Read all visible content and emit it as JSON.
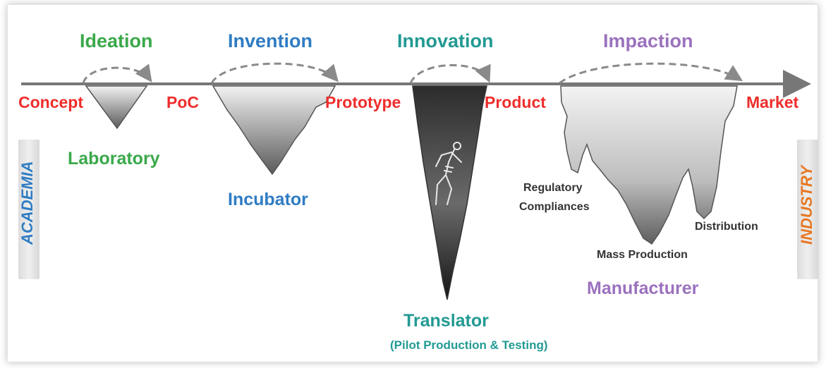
{
  "stages": {
    "ideation": "Ideation",
    "invention": "Invention",
    "innovation": "Innovation",
    "impaction": "Impaction"
  },
  "milestones": {
    "concept": "Concept",
    "poc": "PoC",
    "prototype": "Prototype",
    "product": "Product",
    "market": "Market"
  },
  "roles": {
    "laboratory": "Laboratory",
    "incubator": "Incubator",
    "translator": "Translator",
    "translator_sub": "(Pilot Production & Testing)",
    "manufacturer": "Manufacturer"
  },
  "impaction_valleys": {
    "regulatory_line1": "Regulatory",
    "regulatory_line2": "Compliances",
    "mass_production": "Mass Production",
    "distribution": "Distribution"
  },
  "sides": {
    "academia": "ACADEMIA",
    "industry": "INDUSTRY"
  },
  "colors": {
    "milestone": "#ee2e2c",
    "ideation": "#3aa84a",
    "invention": "#2f7cc3",
    "innovation": "#229a93",
    "impaction": "#9b72be",
    "academia": "#2f7cc3",
    "industry": "#e87722",
    "axis": "#777777"
  }
}
